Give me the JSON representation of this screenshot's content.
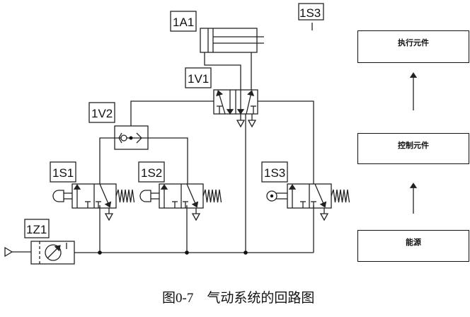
{
  "diagram": {
    "title": "气动系统的回路图",
    "figure_number": "图0-7",
    "components": [
      {
        "id": "1A1",
        "label": "1A1",
        "type": "double-acting cylinder"
      },
      {
        "id": "1S3_top",
        "label": "1S3",
        "type": "limit switch marker"
      },
      {
        "id": "1V1",
        "label": "1V1",
        "type": "5/2 pilot valve"
      },
      {
        "id": "1V2",
        "label": "1V2",
        "type": "shuttle valve (OR)"
      },
      {
        "id": "1S1",
        "label": "1S1",
        "type": "3/2 push-button valve, spring return"
      },
      {
        "id": "1S2",
        "label": "1S2",
        "type": "3/2 push-button valve, spring return"
      },
      {
        "id": "1S3",
        "label": "1S3",
        "type": "3/2 roller valve, spring return"
      },
      {
        "id": "1Z1",
        "label": "1Z1",
        "type": "air service unit / pressure regulator"
      }
    ],
    "flow_blocks": [
      {
        "label": "执行元件"
      },
      {
        "label": "控制元件"
      },
      {
        "label": "能源"
      }
    ]
  },
  "caption": "图0-7    气动系统的回路图"
}
